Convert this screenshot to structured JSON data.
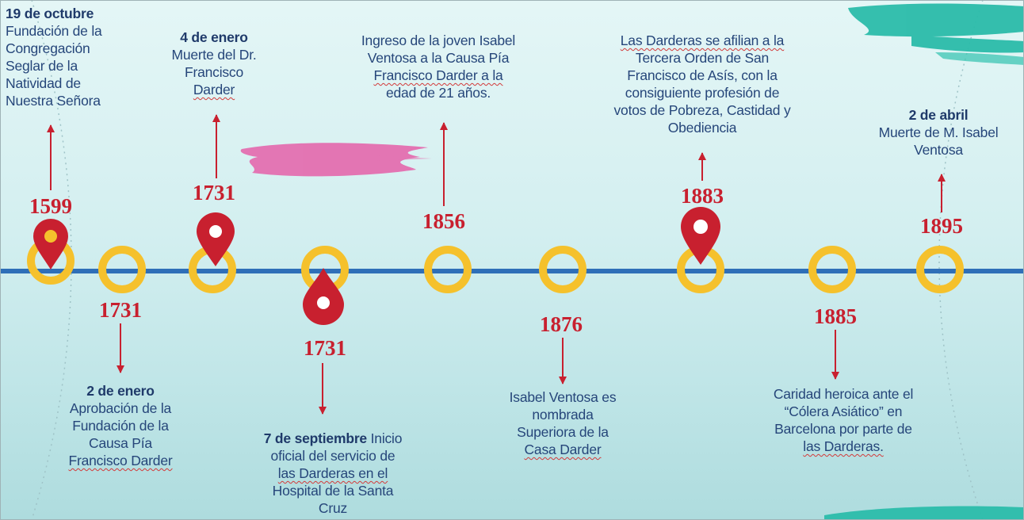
{
  "colors": {
    "timeline": "#2f6fb8",
    "ring": "#f5c12c",
    "marker": "#c8202f",
    "arrow": "#c8202f",
    "year_text": "#c8202f",
    "body_text": "#26467a",
    "brush_teal": "#2bbcaa",
    "brush_pink": "#e46fb0"
  },
  "icons": {
    "pin": "map-pin-icon",
    "ring": "ring-icon"
  },
  "events": [
    {
      "year": "1599",
      "date": "19 de octubre",
      "lines": [
        "Fundación de la",
        "Congregación",
        "Seglar de la",
        "Natividad de",
        "Nuestra Señora"
      ]
    },
    {
      "year": "1731",
      "date": "2 de enero",
      "lines": [
        "Aprobación de la",
        "Fundación de la",
        "Causa Pía",
        "Francisco Darder"
      ]
    },
    {
      "year": "1731",
      "date": "4 de enero",
      "lines": [
        "Muerte del Dr.",
        "Francisco",
        "Darder"
      ]
    },
    {
      "year": "1731",
      "date": "7 de septiembre",
      "lines": [
        " Inicio",
        "oficial del servicio de",
        "las Darderas en el",
        "Hospital de la Santa",
        "Cruz"
      ]
    },
    {
      "year": "1856",
      "date": "",
      "lines": [
        "Ingreso de la joven Isabel",
        "Ventosa a la Causa Pía",
        "Francisco Darder a la",
        "edad de 21 años."
      ]
    },
    {
      "year": "1876",
      "date": "",
      "lines": [
        "Isabel Ventosa es",
        "nombrada",
        "Superiora de la",
        "Casa Darder"
      ]
    },
    {
      "year": "1883",
      "date": "",
      "lines": [
        "Las Darderas se afilian a la",
        "Tercera Orden de San",
        "Francisco de Asís, con la",
        "consiguiente profesión de",
        "votos de Pobreza, Castidad y",
        "Obediencia"
      ]
    },
    {
      "year": "1885",
      "date": "",
      "lines": [
        "Caridad heroica ante el",
        "“Cólera Asiático” en",
        "Barcelona por parte de",
        "las Darderas."
      ]
    },
    {
      "year": "1895",
      "date": "2 de abril",
      "lines": [
        "Muerte de M. Isabel",
        "Ventosa"
      ]
    }
  ]
}
